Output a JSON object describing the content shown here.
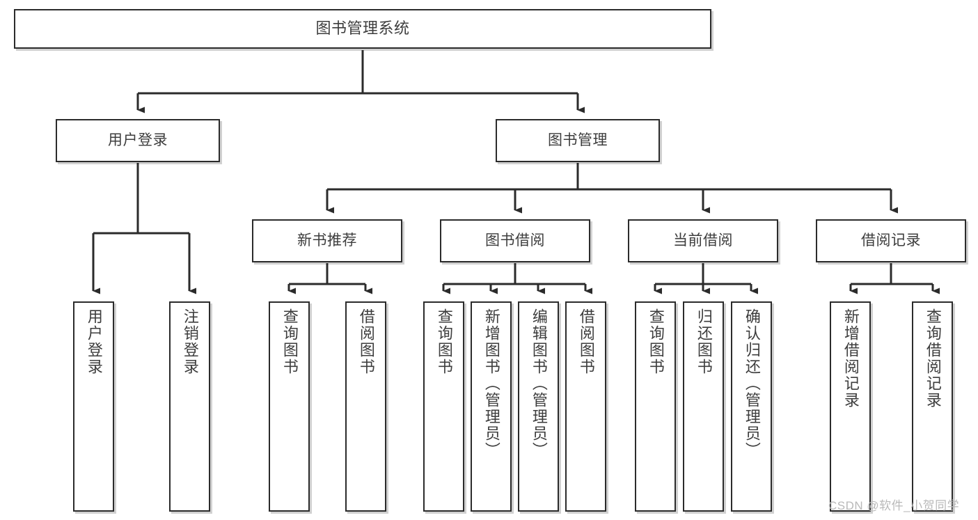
{
  "diagram": {
    "title": "图书管理系统",
    "type": "hierarchy-tree",
    "watermark": "CSDN @软件_小贺同学",
    "colors": {
      "box_border": "#2b2b2b",
      "box_fill": "#ffffff",
      "text": "#3d3d3d",
      "connector": "#2b2b2b",
      "watermark": "#b9b9b9"
    },
    "nodes": {
      "root": {
        "label": "图书管理系统"
      },
      "level2": [
        {
          "label": "用户登录"
        },
        {
          "label": "图书管理"
        }
      ],
      "level3": [
        {
          "label": "新书推荐"
        },
        {
          "label": "图书借阅"
        },
        {
          "label": "当前借阅"
        },
        {
          "label": "借阅记录"
        }
      ],
      "leaves": {
        "user_login": [
          {
            "label": "用户登录"
          },
          {
            "label": "注销登录"
          }
        ],
        "new_book": [
          {
            "label": "查询图书"
          },
          {
            "label": "借阅图书"
          }
        ],
        "book_borrow": [
          {
            "label": "查询图书"
          },
          {
            "label": "新增图书（管理员）"
          },
          {
            "label": "编辑图书（管理员）"
          },
          {
            "label": "借阅图书"
          }
        ],
        "current_borrow": [
          {
            "label": "查询图书"
          },
          {
            "label": "归还图书"
          },
          {
            "label": "确认归还（管理员）"
          }
        ],
        "borrow_record": [
          {
            "label": "新增借阅记录"
          },
          {
            "label": "查询借阅记录"
          }
        ]
      }
    }
  }
}
